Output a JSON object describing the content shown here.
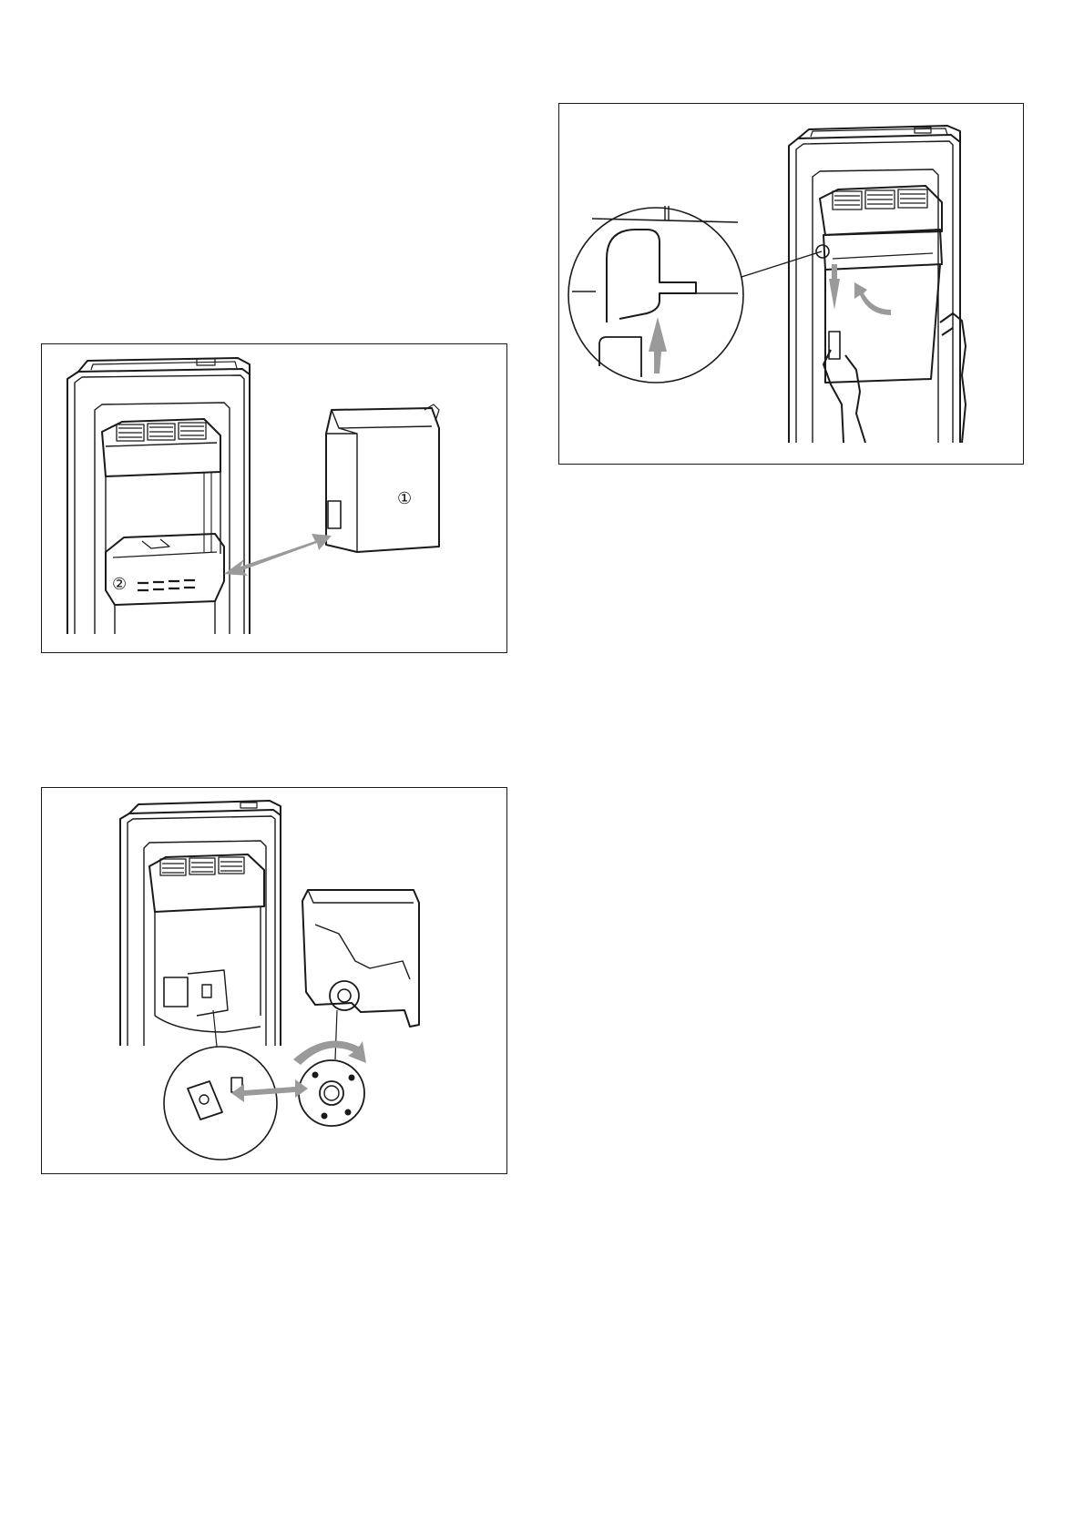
{
  "figures": [
    {
      "id": "fig1",
      "description_labels": {
        "ice_bucket_label": "①",
        "chute_housing_label": "②"
      },
      "colors": {
        "line": "#1a1a1a",
        "arrow": "#9a9a9a"
      }
    },
    {
      "id": "fig2",
      "colors": {
        "line": "#1a1a1a",
        "arrow": "#9a9a9a"
      }
    },
    {
      "id": "fig3",
      "colors": {
        "line": "#1a1a1a",
        "arrow": "#9a9a9a"
      }
    }
  ]
}
